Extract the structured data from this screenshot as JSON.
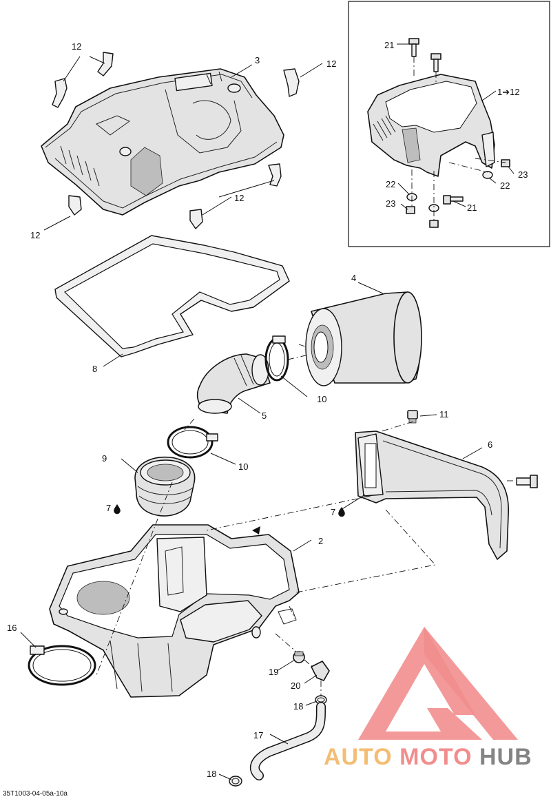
{
  "diagram": {
    "callouts": [
      "12",
      "12",
      "12",
      "3",
      "12",
      "12",
      "8",
      "4",
      "10",
      "5",
      "9",
      "10",
      "7",
      "7",
      "11",
      "6",
      "2",
      "16",
      "19",
      "20",
      "18",
      "17",
      "18",
      "21",
      "1➔12",
      "23",
      "22",
      "22",
      "23",
      "21"
    ],
    "reference_code": "35T1003-04-05a-10a"
  },
  "watermark": {
    "brand_part1": "AUTO",
    "brand_part2": "MOTO",
    "brand_part3": "HUB",
    "colors": {
      "triangle": "#f07a7a",
      "auto": "#f3b25b",
      "moto": "#f07a7a",
      "hub": "#6f6f6f"
    }
  }
}
